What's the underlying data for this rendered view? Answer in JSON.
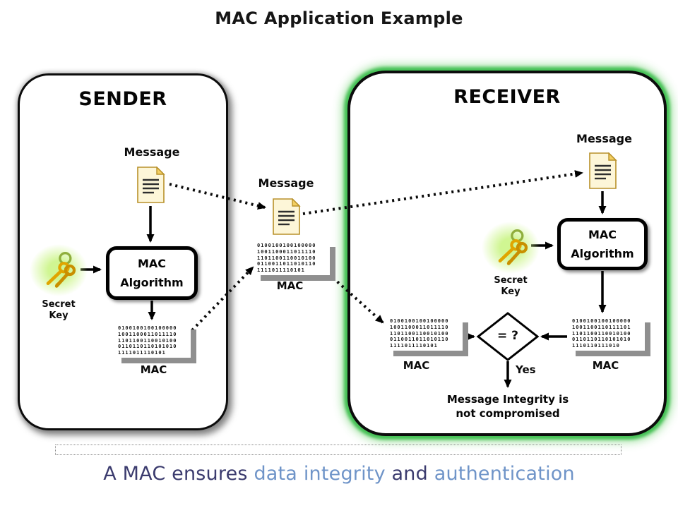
{
  "title": "MAC Application Example",
  "colors": {
    "receiver_glow": "#45c155",
    "caption_navy": "#3b3b6e",
    "caption_blue": "#6f94c8",
    "digest_shadow": "#8f8f8f"
  },
  "sender": {
    "panel_label": "SENDER",
    "message_label": "Message",
    "mac_algo_line1": "MAC",
    "mac_algo_line2": "Algorithm",
    "secret_key_label": "Secret\nKey",
    "digest_bits": "0100100100100000\n1001100011011110\n1101100110010100\n0110110110101010\n1111011110101",
    "mac_label": "MAC"
  },
  "channel": {
    "message_label": "Message",
    "digest_bits": "0100100100100000\n1001100011011110\n1101100110010100\n0110011011010110\n1111011110101",
    "mac_label": "MAC"
  },
  "receiver": {
    "panel_label": "RECEIVER",
    "message_label": "Message",
    "mac_algo_line1": "MAC",
    "mac_algo_line2": "Algorithm",
    "secret_key_label": "Secret\nKey",
    "received_digest_bits": "0100100100100000\n1001100011011110\n1101100110010100\n0110011011010110\n1111011110101",
    "received_mac_label": "MAC",
    "computed_digest_bits": "0100100100100000\n1001100110111101\n1101100110010100\n0110110110101010\n1110110111010",
    "computed_mac_label": "MAC",
    "comparison_label": "= ?",
    "yes_label": "Yes",
    "result_text": "Message Integrity is\nnot compromised"
  },
  "caption": {
    "part1": "A MAC ensures ",
    "part2": "data integrity",
    "part3": " and ",
    "part4": "authentication"
  }
}
